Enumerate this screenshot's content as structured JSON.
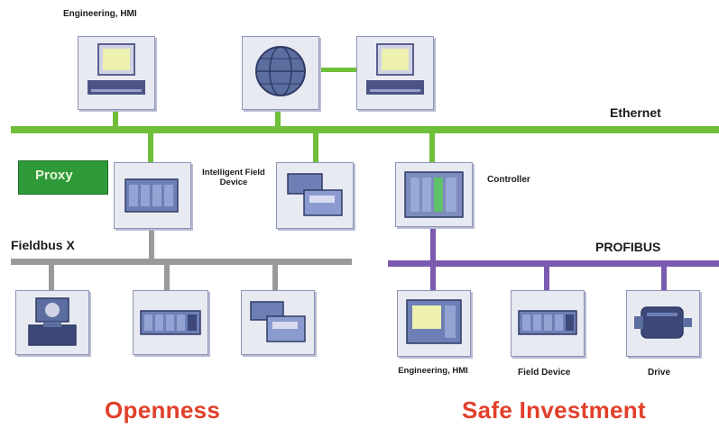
{
  "labels": {
    "engineering_hmi_top": "Engineering, HMI",
    "ethernet": "Ethernet",
    "proxy": "Proxy",
    "intelligent_field_device": "Intelligent Field Device",
    "controller": "Controller",
    "fieldbus_x": "Fieldbus X",
    "profibus": "PROFIBUS",
    "engineering_hmi_bottom": "Engineering, HMI",
    "field_device": "Field Device",
    "drive": "Drive",
    "openness": "Openness",
    "safe_investment": "Safe Investment"
  },
  "colors": {
    "ethernet": "#6fbf3a",
    "fieldbus": "#9a9a9a",
    "profibus": "#7b5bb0",
    "proxy_box": "#2f9a3a",
    "highlight_text": "#e0402a"
  }
}
